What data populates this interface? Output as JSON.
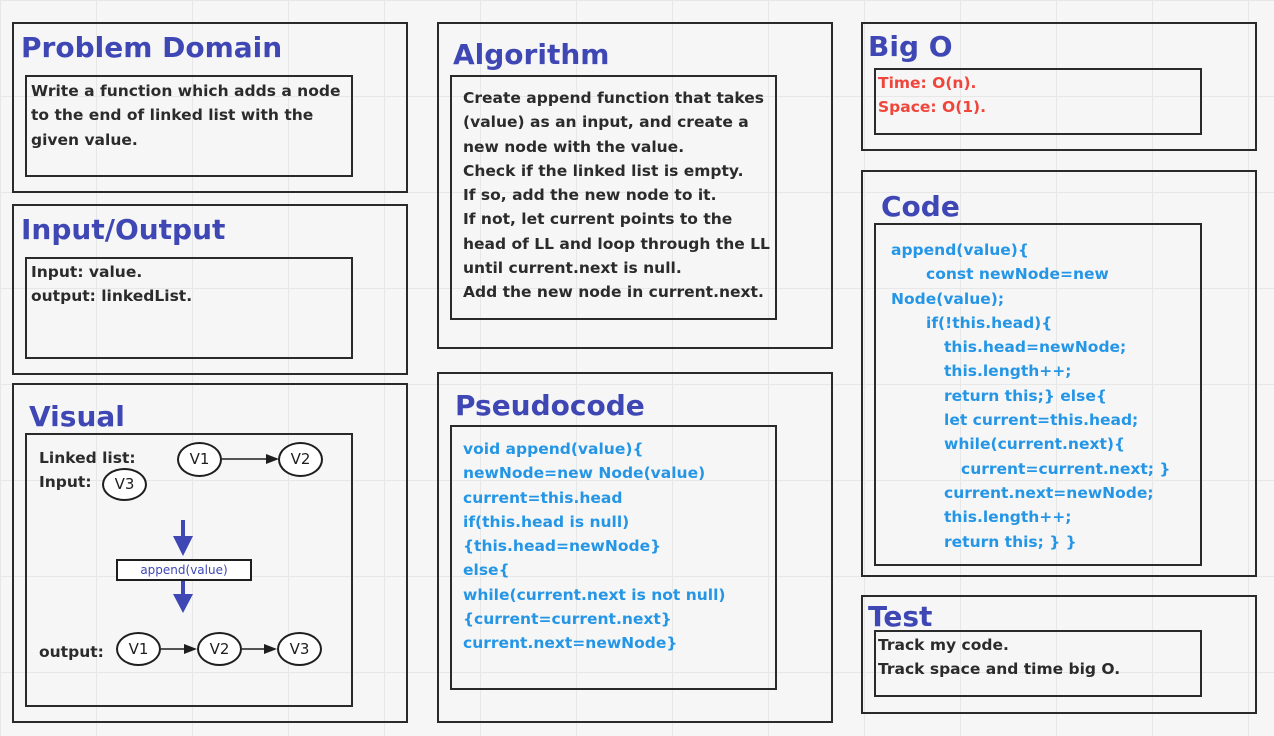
{
  "problem_domain": {
    "title": "Problem Domain",
    "lines": [
      "Write a function which adds a node",
      "to the end of linked list with the",
      "given value."
    ]
  },
  "input_output": {
    "title": "Input/Output",
    "lines": [
      "Input: value.",
      "output: linkedList."
    ]
  },
  "visual": {
    "title": "Visual",
    "linked_list_label": "Linked list:",
    "input_label": "Input:",
    "output_label": "output:",
    "node_v1": "V1",
    "node_v2": "V2",
    "node_v3": "V3",
    "append_label": "append(value)",
    "arrow_color": "#3f47b5"
  },
  "algorithm": {
    "title": "Algorithm",
    "lines": [
      "Create append function that takes",
      "(value) as an input, and create a",
      "new node with the value.",
      "Check if the linked list is empty.",
      "If so, add the new node to it.",
      "If not, let current points to the",
      "head of LL and loop through the LL",
      "until current.next is null.",
      "Add the new node in current.next."
    ]
  },
  "pseudocode": {
    "title": "Pseudocode",
    "lines": [
      "void append(value){",
      "newNode=new Node(value)",
      "current=this.head",
      "if(this.head is null)",
      "{this.head=newNode}",
      "else{",
      "while(current.next is not null)",
      "{current=current.next}",
      "current.next=newNode}"
    ]
  },
  "big_o": {
    "title": "Big O",
    "time": "Time: O(n).",
    "space": "Space: O(1)."
  },
  "code": {
    "title": "Code",
    "lines": [
      "append(value){",
      "const newNode=new",
      "Node(value);",
      "if(!this.head){",
      "this.head=newNode;",
      "this.length++;",
      "return this;}  else{",
      "let current=this.head;",
      "while(current.next){",
      "current=current.next; }",
      "current.next=newNode;",
      "this.length++;",
      "return this;  } }"
    ]
  },
  "test": {
    "title": "Test",
    "lines": [
      "Track my code.",
      "Track space and time big O."
    ]
  },
  "colors": {
    "title": "#3f47b5",
    "code_text": "#2596e6",
    "big_o_text": "#f0453a",
    "body_text": "#2b2b2b"
  }
}
